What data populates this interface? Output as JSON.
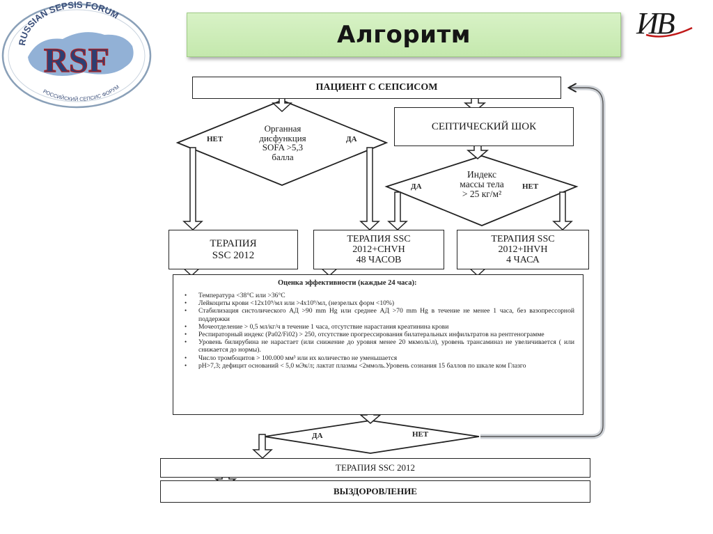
{
  "title": "Алгоритм",
  "logos": {
    "left": {
      "top_text": "RUSSIAN SEPSIS FORUM",
      "mark": "RSF",
      "bottom_text": "РОССИЙСКИЙ СЕПСИС ФОРУМ"
    },
    "right": {
      "mark": "ИВ"
    }
  },
  "flow": {
    "start": "ПАЦИЕНТ С СЕПСИСОМ",
    "decision1": {
      "lines": [
        "Органная",
        "дисфункция",
        "SOFA >5,3",
        "балла"
      ],
      "no": "НЕТ",
      "yes": "ДА"
    },
    "shock": "СЕПТИЧЕСКИЙ ШОК",
    "decision2": {
      "lines": [
        "Индекс",
        "массы тела",
        "> 25 кг/м²"
      ],
      "yes": "ДА",
      "no": "НЕТ"
    },
    "therapy1": [
      "ТЕРАПИЯ",
      "SSC 2012"
    ],
    "therapy2": [
      "ТЕРАПИЯ SSC",
      "2012+CHVH",
      "48 ЧАСОВ"
    ],
    "therapy3": [
      "ТЕРАПИЯ SSC",
      "2012+IHVH",
      "4 ЧАСА"
    ],
    "evaluation": {
      "title": "Оценка эффективности (каждые 24 часа):",
      "items": [
        {
          "bullet": true,
          "text": "Температура <38°C или >36°C"
        },
        {
          "bullet": true,
          "text": "Лейкоциты крови <12x10⁹/мл или >4x10⁹/мл, (незрелых форм <10%)"
        },
        {
          "bullet": true,
          "text": "Стабилизация систолического АД >90 mm Hg или среднее АД >70 mm Hg в течение не менее 1 часа, без вазопрессорной поддержки"
        },
        {
          "bullet": true,
          "text": "Мочеотделение > 0,5 мл/кг/ч в течение 1 часа, отсутствие нарастания креатинина крови"
        },
        {
          "bullet": true,
          "text": "Респираторный индекс (Pa02/Fi02) > 250, отсутствие прогрессирования билатеральных инфильтратов на рентгенограмме"
        },
        {
          "bullet": true,
          "text": "Уровень билирубина не нарастает (или снижение до уровня менее 20 мкмоль\\л), уровень трансаминаз не увеличивается ( или снижается до нормы)."
        },
        {
          "bullet": true,
          "text": "Число тромбоцитов > 100.000 мм³ или их количество не уменьшается"
        },
        {
          "bullet": true,
          "text": "pH>7,3; дефицит оснований < 5,0 мЭк/л; лактат плазмы <2ммоль.Уровень сознания 15 баллов по шкале ком Глазго"
        }
      ]
    },
    "decision3": {
      "yes": "ДА",
      "no": "НЕТ"
    },
    "therapy_final": "ТЕРАПИЯ SSC 2012",
    "recovery": "ВЫЗДОРОВЛЕНИЕ"
  }
}
